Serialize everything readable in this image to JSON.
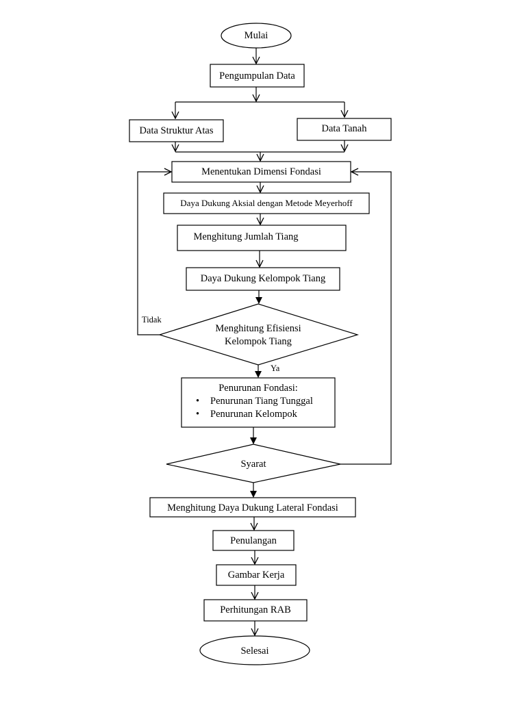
{
  "flowchart": {
    "start": "Mulai",
    "collect_data": "Pengumpulan Data",
    "upper_structure": "Data Struktur Atas",
    "soil_data": "Data Tanah",
    "determine_dimension": "Menentukan Dimensi Fondasi",
    "axial_capacity": "Daya Dukung Aksial dengan Metode Meyerhoff",
    "pile_count": "Menghitung Jumlah Tiang",
    "group_capacity": "Daya Dukung Kelompok Tiang",
    "efficiency_decision": [
      "Menghitung Efisiensi",
      "Kelompok Tiang"
    ],
    "no_label": "Tidak",
    "yes_label": "Ya",
    "settlement": {
      "title": "Penurunan Fondasi:",
      "items": [
        "Penurunan Tiang Tunggal",
        "Penurunan Kelompok"
      ]
    },
    "requirement_decision": "Syarat",
    "lateral_capacity": "Menghitung Daya Dukung Lateral Fondasi",
    "reinforcement": "Penulangan",
    "working_drawing": "Gambar Kerja",
    "rab": "Perhitungan RAB",
    "end": "Selesai"
  }
}
